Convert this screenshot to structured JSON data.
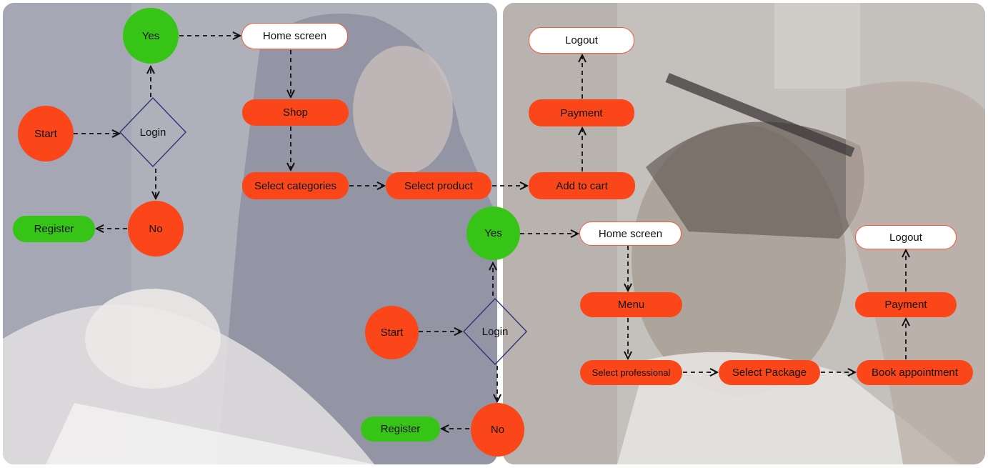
{
  "flow_a": {
    "start": "Start",
    "login": "Login",
    "yes": "Yes",
    "no": "No",
    "register": "Register",
    "home_screen": "Home screen",
    "shop": "Shop",
    "select_categories": "Select categories",
    "select_product": "Select product",
    "add_to_cart": "Add to cart",
    "payment": "Payment",
    "logout": "Logout"
  },
  "flow_b": {
    "start": "Start",
    "login": "Login",
    "yes": "Yes",
    "no": "No",
    "register": "Register",
    "home_screen": "Home screen",
    "menu": "Menu",
    "select_professional": "Select professional",
    "select_package": "Select Package",
    "book_appointment": "Book appointment",
    "payment": "Payment",
    "logout": "Logout"
  },
  "colors": {
    "action_node": "#fa4619",
    "decision_yes_node": "#36c416",
    "screen_node_border": "#f25b3a",
    "connector": "#111111",
    "diamond_border": "#2f3478"
  }
}
